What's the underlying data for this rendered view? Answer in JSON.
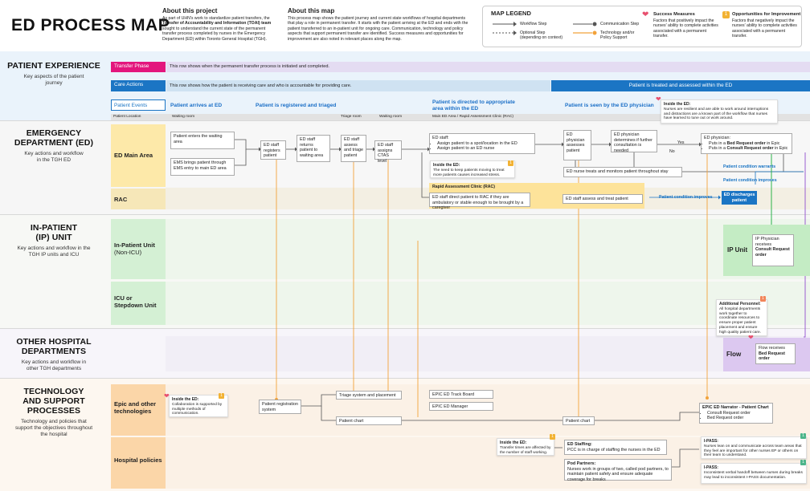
{
  "title": "ED PROCESS MAP",
  "about_project": {
    "heading": "About this project",
    "text_a": "As part of UHN's work to standardize patient transfers, the",
    "text_bold": "Transfer of Accountability and Information (TOAI) team",
    "text_b": "sought to understand the current state of the permanent transfer process completed by nurses in the Emergency Department (ED) within Toronto General Hospital (TGH)."
  },
  "about_map": {
    "heading": "About this map",
    "text": "This process map shows the patient journey and current state workflows of hospital departments that play a role in permanent transfer. It starts with the patient arriving at the ED and ends with the patient transferred to an in-patient unit for ongoing care. Communication, technology and policy aspects that support permanent transfer are identified. Success measures and opportunities for improvement are also noted in relevant places along the map."
  },
  "legend": {
    "heading": "MAP LEGEND",
    "workflow": "Workflow Step",
    "optional": "Optional Step (depending on context)",
    "communication": "Communication Step",
    "technology": "Technology and/or Policy Support",
    "success_title": "Success Measures",
    "success_text": "Factors that positively impact the nurses' ability to complete activities associated with a permanent transfer.",
    "opp_title": "Opportunities for Improvement",
    "opp_text": "Factors that negatively impact the nurses' ability to complete activities associated with a permanent transfer.",
    "colors": {
      "success": "#e8506f",
      "opportunity": "#f2b233",
      "workflow": "#555555",
      "tech": "#f2a23a"
    }
  },
  "sections": {
    "patient_experience": {
      "title": "PATIENT EXPERIENCE",
      "sub": "Key aspects of the patient journey"
    },
    "ed": {
      "title": "EMERGENCY DEPARTMENT (ED)",
      "sub": "Key actions and workflow in the TGH ED"
    },
    "ip": {
      "title": "IN-PATIENT (IP) UNIT",
      "sub": "Key actions and workflow in the TGH IP units and ICU"
    },
    "other": {
      "title": "OTHER HOSPITAL DEPARTMENTS",
      "sub": "Key actions and workflow in other TGH departments"
    },
    "tech": {
      "title": "TECHNOLOGY AND SUPPORT PROCESSES",
      "sub": "Technology and policies that support the objectives throughout the hospital"
    }
  },
  "rows": {
    "transfer_phase": {
      "label": "Transfer Phase",
      "text": "This row shows when the permanent transfer process is initiated and completed."
    },
    "care_actions": {
      "label": "Care Actions",
      "text": "This row shows how the patient is receiving care and who is accountable for providing care.",
      "treated": "Patient is treated and assessed within the ED"
    },
    "patient_events": {
      "label": "Patient Events",
      "e1": "Patient arrives at ED",
      "e2": "Patient is registered and triaged",
      "e3": "Patient is directed to appropriate area within the ED",
      "e4": "Patient is seen by the ED physician"
    },
    "patient_location": {
      "label": "Patient Location",
      "l1": "Waiting room",
      "l2": "Triage room",
      "l3": "Waiting room",
      "l4": "Main ED Area / Rapid Assessment Clinic (RAC)"
    }
  },
  "lanes": {
    "ed_main": "ED Main Area",
    "rac": "RAC",
    "inpatient": "In-Patient Unit",
    "inpatient_sub": "(Non-ICU)",
    "icu": "ICU or Stepdown Unit",
    "epic": "Epic and other technologies",
    "policies": "Hospital policies"
  },
  "steps": {
    "enters": "Patient enters the waiting area",
    "ems": "EMS brings patient through EMS entry to main ED area",
    "registers": "ED staff registers patient",
    "returns": "ED staff returns patient to waiting area",
    "assess_triage": "ED staff assess and triage patient",
    "ctas": "ED staff assigns CTAS level",
    "ed_staff_head": "ED staff:",
    "ed_staff_1": "Assign patient to a spot/location in the ED",
    "ed_staff_2": "Assign patient to an ED nurse",
    "phys_assess": "ED physician assesses patient",
    "phys_determines": "ED physician determines if further consultation is needed",
    "yes": "Yes",
    "no": "No",
    "phys_puts_head": "ED physician:",
    "phys_puts_1a": "Puts in a ",
    "phys_puts_1b": "Bed Request order",
    "phys_puts_1c": " in Epic",
    "phys_puts_2a": "Puts in a ",
    "phys_puts_2b": "Consult Request order",
    "phys_puts_2c": " in Epic",
    "nurse_treats": "ED nurse treats and monitors patient throughout stay",
    "cond_warrants": "Patient condition warrants",
    "cond_improves": "Patient condition improves",
    "cond_improves2": "Patient condition improves",
    "rac_title": "Rapid Assessment Clinic (RAC)",
    "rac_direct": "ED staff direct patient to RAC if they are ambulatory or stable enough to be brought by a caregiver",
    "rac_assess": "ED staff assess and treat patient",
    "discharge": "ED discharges patient",
    "ip_unit": "IP Unit",
    "ip_phys_a": "IP Physician receives",
    "ip_phys_b": "Consult Request order",
    "flow": "Flow",
    "flow_a": "Flow receives",
    "flow_b": "Bed Request order",
    "pr_system": "Patient registration system",
    "triage_system": "Triage system and placement",
    "patient_chart": "Patient chart",
    "track_board": "EPIC ED Track Board",
    "ed_manager": "EPIC ED Manager",
    "patient_chart2": "Patient chart",
    "narrator": "EPIC ED Narrator - Patient Chart",
    "narrator_1": "Consult Request order",
    "narrator_2": "Bed Request order",
    "staffing_head": "ED Staffing:",
    "staffing": "PCC is in charge of staffing the nurses in the ED",
    "pod_head": "Pod Partners:",
    "pod": "Nurses work in groups of two, called pod partners, to maintain patient safety and ensure adequate coverage for breaks"
  },
  "notes": {
    "n1_head": "Inside the ED:",
    "n1": "Nurses are resilient and are able to work around interruptions and distractions are a known part of the workflow that nurses have learned to tune out or work around.",
    "n2_head": "Inside the ED:",
    "n2": "The need to keep patients moving to treat more patients causes increased stress.",
    "n2_num": "1",
    "n3_head": "Additional Personnel:",
    "n3": "All hospital departments work together to coordinate resources to ensure proper patient placement and ensure high quality patient care.",
    "n3_num": "1",
    "n4_head": "Inside the ED:",
    "n4": "Collaboration is supported by multiple methods of communication.",
    "n4_num": "1",
    "n5_head": "Inside the ED:",
    "n5": "Transfer times are affected by the number of staff working.",
    "n5_num": "1",
    "n6_head": "I-PASS:",
    "n6": "Nurses lean on and communicate across team areas that they feel are important for other nurses EP or others on their team to understand.",
    "n6_num": "1",
    "n7_head": "I-PASS:",
    "n7": "Inconsistent verbal handoff between nurses during breaks may lead to inconsistent I-PASS documentation.",
    "n7_num": "1"
  }
}
